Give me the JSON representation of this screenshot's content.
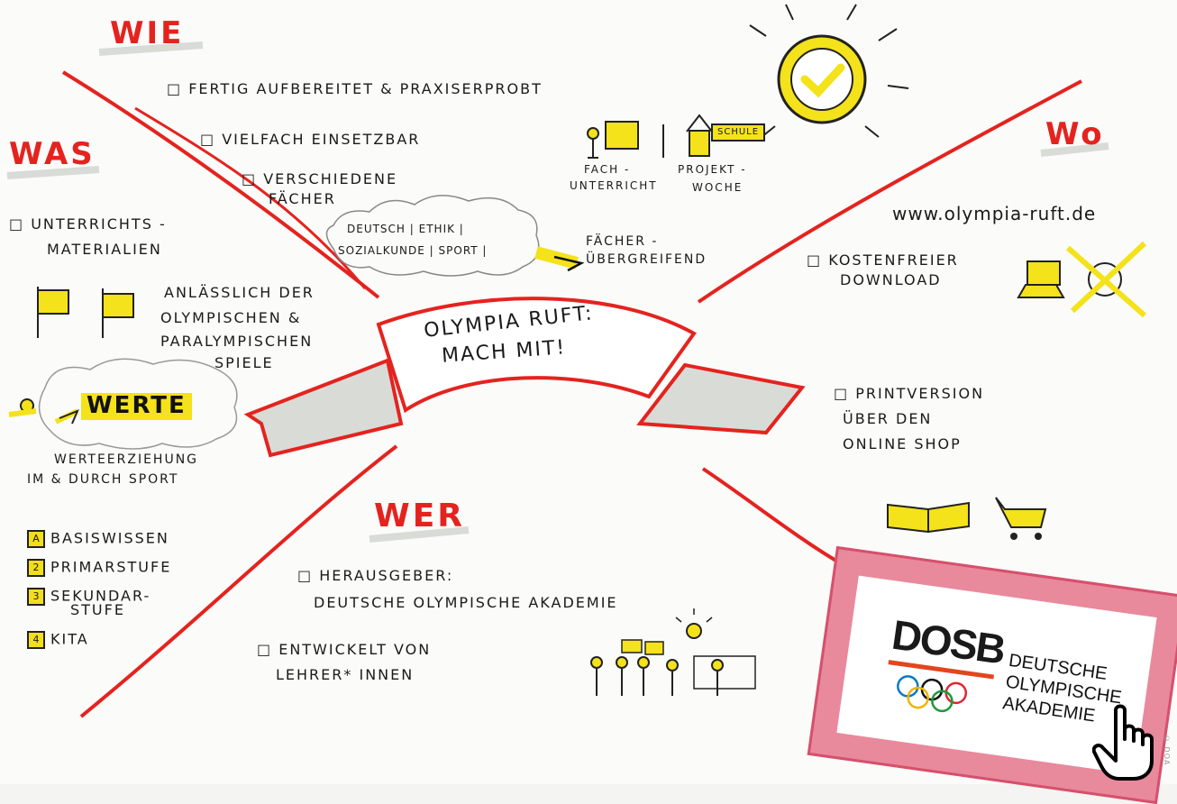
{
  "headings": {
    "wie": "WIE",
    "was": "WAS",
    "wo": "Wo",
    "wer": "WER"
  },
  "center": {
    "line1": "OLYMPIA RUFT:",
    "line2": "MACH MIT!"
  },
  "wie": {
    "item1": "□ FERTIG AUFBEREITET & PRAXISERPROBT",
    "item2": "□ VIELFACH EINSETZBAR",
    "item3_l1": "□ VERSCHIEDENE",
    "item3_l2": "FÄCHER",
    "cloud_l1": "DEUTSCH | ETHIK |",
    "cloud_l2": "SOZIALKUNDE | SPORT |",
    "crossing_l1": "FÄCHER -",
    "crossing_l2": "ÜBERGREIFEND",
    "fach_l1": "FACH -",
    "fach_l2": "UNTERRICHT",
    "projekt_l1": "PROJEKT -",
    "projekt_l2": "WOCHE",
    "schule": "SCHULE"
  },
  "was": {
    "item1_l1": "□ UNTERRICHTS -",
    "item1_l2": "MATERIALIEN",
    "occasion_l1": "ANLÄSSLICH DER",
    "occasion_l2": "OLYMPISCHEN &",
    "occasion_l3": "PARALYMPISCHEN",
    "occasion_l4": "SPIELE",
    "werte": "WERTE",
    "werte_l1": "WERTEERZIEHUNG",
    "werte_l2": "IM & DURCH SPORT",
    "levels": [
      {
        "num": "A",
        "label": "BASISWISSEN"
      },
      {
        "num": "2",
        "label": "PRIMARSTUFE"
      },
      {
        "num": "3",
        "label": "SEKUNDAR-"
      },
      {
        "num": "4",
        "label": "KITA"
      }
    ],
    "level3_cont": "STUFE"
  },
  "wo": {
    "url": "www.olympia-ruft.de",
    "download_l1": "□ KOSTENFREIER",
    "download_l2": "DOWNLOAD",
    "print_l1": "□ PRINTVERSION",
    "print_l2": "ÜBER DEN",
    "print_l3": "ONLINE SHOP"
  },
  "wer": {
    "pub_l1": "□ HERAUSGEBER:",
    "pub_l2": "DEUTSCHE OLYMPISCHE AKADEMIE",
    "dev_l1": "□ ENTWICKELT VON",
    "dev_l2": "LEHRER* INNEN"
  },
  "logo": {
    "mark": "DOSB",
    "l1": "DEUTSCHE",
    "l2": "OLYMPISCHE",
    "l3": "AKADEMIE"
  },
  "watermark": "© DOA",
  "colors": {
    "marker_red": "#e4231f",
    "highlight_yellow": "#f4e21a",
    "ribbon_grey": "#d9dbd6",
    "sticker_pink": "#e9899c"
  },
  "icons": [
    "sun-check-icon",
    "teacher-board-icon",
    "school-house-icon",
    "flag-icon",
    "laptop-icon",
    "euro-crossed-icon",
    "book-icon",
    "cart-icon",
    "people-icon",
    "lightbulb-icon",
    "hand-cursor-icon",
    "olympic-rings-icon"
  ]
}
